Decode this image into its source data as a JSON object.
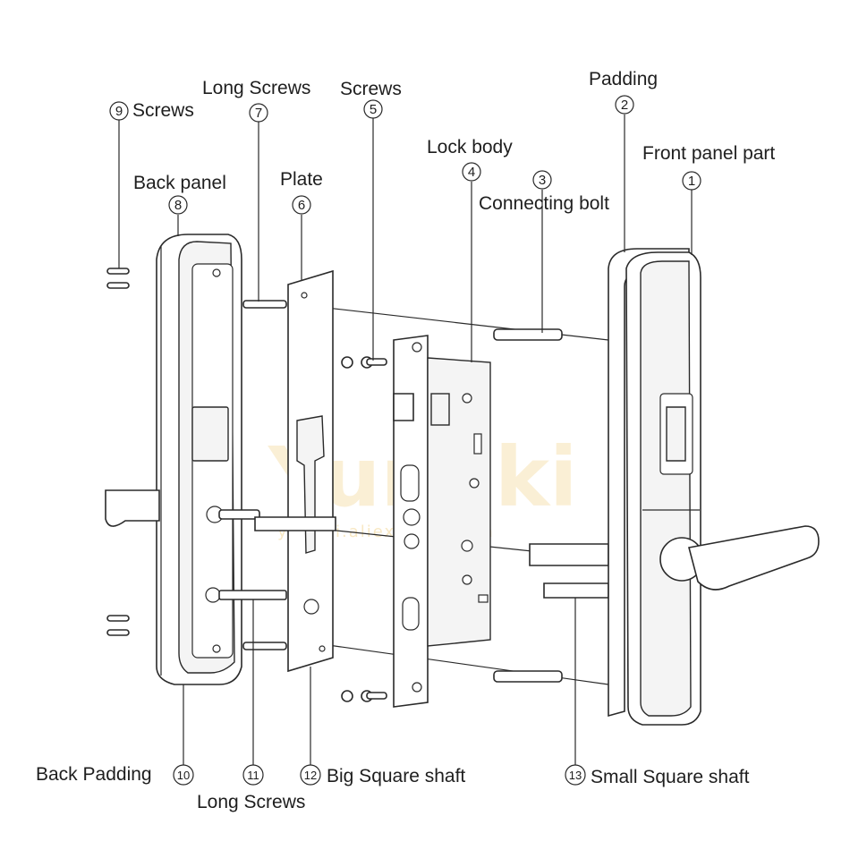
{
  "watermark": {
    "brand": "Yumiki",
    "url": "yumiki.aliexpress.com",
    "color": "#f2d28a"
  },
  "parts": [
    {
      "number": "1",
      "label": "Front panel part"
    },
    {
      "number": "2",
      "label": "Padding"
    },
    {
      "number": "3",
      "label": "Connecting bolt"
    },
    {
      "number": "4",
      "label": "Lock body"
    },
    {
      "number": "5",
      "label": "Screws"
    },
    {
      "number": "6",
      "label": "Plate"
    },
    {
      "number": "7",
      "label": "Long Screws"
    },
    {
      "number": "8",
      "label": "Back panel"
    },
    {
      "number": "9",
      "label": "Screws"
    },
    {
      "number": "10",
      "label": "Back Padding"
    },
    {
      "number": "11",
      "label": "Long Screws"
    },
    {
      "number": "12",
      "label": "Big Square shaft"
    },
    {
      "number": "13",
      "label": "Small Square shaft"
    }
  ]
}
